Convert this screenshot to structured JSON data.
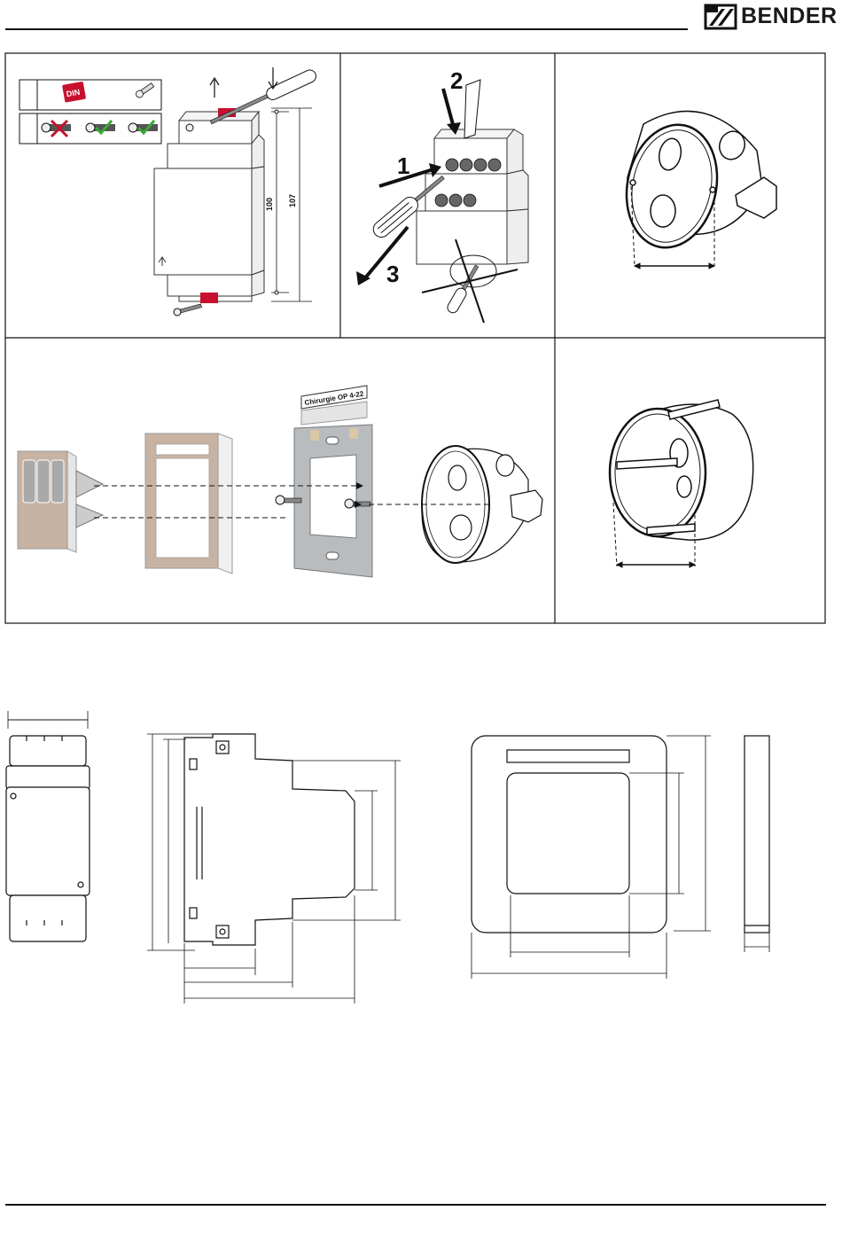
{
  "header": {
    "brand": "BENDER"
  },
  "panel_a": {
    "dim_100": "100",
    "dim_107": "107"
  },
  "panel_b": {
    "step1": "1",
    "step2": "2",
    "step3": "3"
  },
  "panel_d": {
    "label_text": "Chirurgie OP 4-22"
  },
  "colors": {
    "accent_red": "#c8102e",
    "check_green": "#3aa935",
    "frame_beige": "#c8b3a2",
    "plate_gray": "#b9bcbf"
  }
}
